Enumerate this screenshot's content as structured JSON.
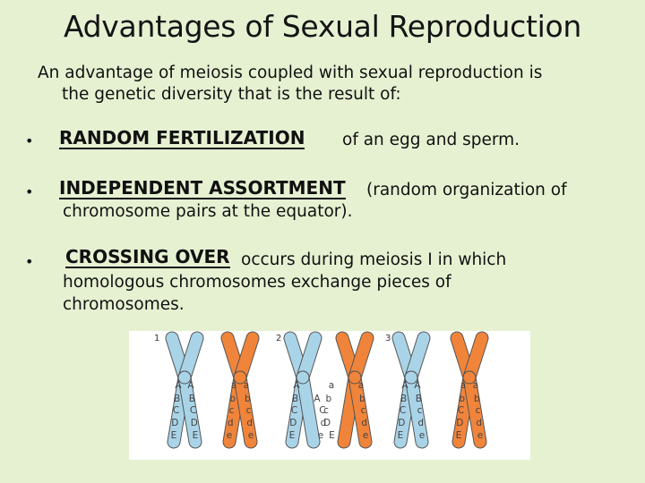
{
  "title": "Advantages of Sexual Reproduction",
  "intro": {
    "line1": "An advantage of meiosis coupled with sexual reproduction is",
    "line2": "the genetic diversity that is the result of:"
  },
  "bullet_glyph": "•",
  "items": [
    {
      "term": "RANDOM FERTILIZATION",
      "line1": "of an egg and sperm."
    },
    {
      "term": "INDEPENDENT ASSORTMENT",
      "line1": "(random organization of",
      "line2": "chromosome pairs at the equator)."
    },
    {
      "term": "CROSSING OVER",
      "line1": "occurs during meiosis I in which",
      "line2": "homologous chromosomes exchange pieces of",
      "line3": "chromosomes."
    }
  ],
  "figure": {
    "panel_numbers": [
      "1",
      "2",
      "3"
    ],
    "colors": {
      "blue": "#a9d4e8",
      "orange": "#f0843a",
      "outline": "#555555"
    },
    "panel1": {
      "blue_left": [
        "A",
        "B",
        "C",
        "D",
        "E"
      ],
      "blue_right": [
        "A",
        "B",
        "C",
        "D",
        "E"
      ],
      "orange_left": [
        "a",
        "b",
        "c",
        "d",
        "e"
      ],
      "orange_right": [
        "a",
        "b",
        "c",
        "d",
        "e"
      ]
    },
    "panel2": {
      "blue_left": [
        "A",
        "B",
        "C",
        "D",
        "E"
      ],
      "blue_cross": [
        "A",
        "C",
        "D",
        "E"
      ],
      "orange_cross": [
        "a",
        "b",
        "c",
        "d",
        "e"
      ],
      "orange_right": [
        "a",
        "b",
        "c",
        "d",
        "e"
      ]
    },
    "panel3": {
      "blue_left": [
        "A",
        "B",
        "C",
        "D",
        "E"
      ],
      "blue_right": [
        "A",
        "B",
        "c",
        "d",
        "e"
      ],
      "orange_left": [
        "a",
        "b",
        "C",
        "D",
        "E"
      ],
      "orange_right": [
        "a",
        "b",
        "c",
        "d",
        "e"
      ]
    }
  }
}
